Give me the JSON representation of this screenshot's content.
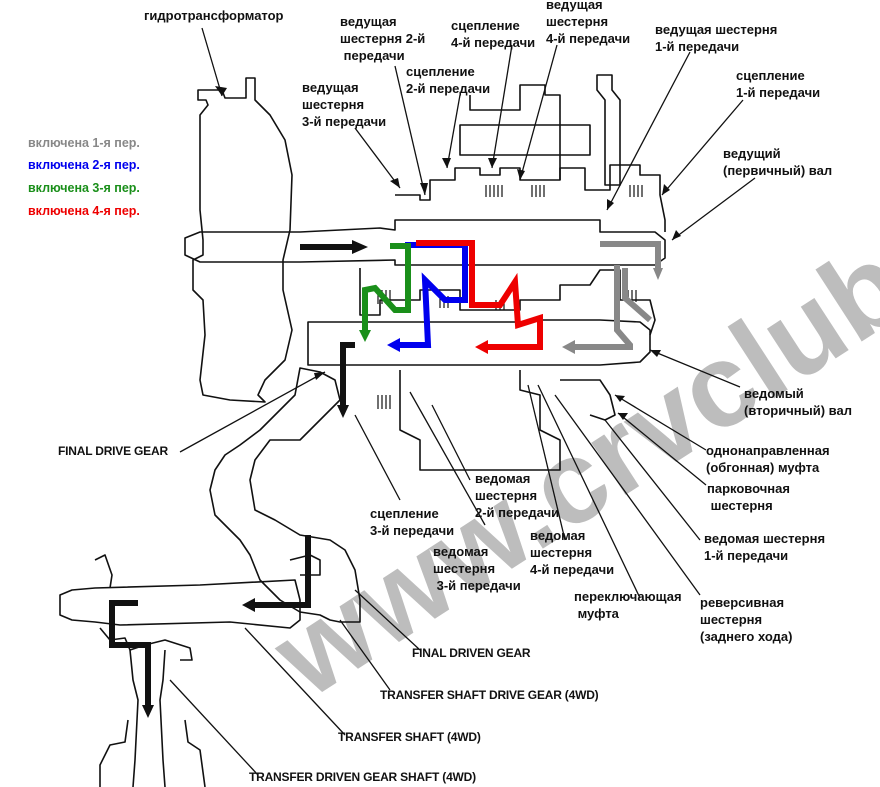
{
  "watermark": "www.crvclub.ru",
  "legend": [
    {
      "label": "включена 1-я пер.",
      "color": "#888888"
    },
    {
      "label": "включена 2-я пер.",
      "color": "#0000ee"
    },
    {
      "label": "включена 3-я пер.",
      "color": "#1a8f1a"
    },
    {
      "label": "включена 4-я пер.",
      "color": "#ee0000"
    }
  ],
  "labels": {
    "torque_converter": "гидротрансформатор",
    "drive_gear_2nd": "ведущая\nшестерня 2-й\n передачи",
    "clutch_4th": "сцепление\n4-й передачи",
    "drive_gear_4th": "ведущая\nшестерня\n4-й передачи",
    "drive_gear_1st": "ведущая шестерня\n1-й передачи",
    "clutch_2nd": "сцепление\n2-й передачи",
    "drive_gear_3rd": "ведущая\nшестерня\n3-й передачи",
    "clutch_1st": "сцепление\n1-й передачи",
    "mainshaft": "ведущий\n(первичный) вал",
    "countershaft": "ведомый\n(вторичный) вал",
    "one_way_clutch": "однонаправленная\n(обгонная) муфта",
    "park_gear": "парковочная\n шестерня",
    "driven_gear_1st": "ведомая шестерня\n1-й передачи",
    "reverse_gear": "реверсивная\nшестерня\n(заднего хода)",
    "shift_sleeve": "переключающая\n муфта",
    "driven_gear_4th": "ведомая\nшестерня\n4-й передачи",
    "driven_gear_2nd": "ведомая\nшестерня\n2-й передачи",
    "clutch_3rd": "сцепление\n3-й передачи",
    "driven_gear_3rd": "ведомая\nшестерня\n 3-й передачи",
    "final_drive_gear": "FINAL DRIVE GEAR",
    "final_driven_gear": "FINAL DRIVEN GEAR",
    "transfer_drive_gear": "TRANSFER SHAFT DRIVE GEAR (4WD)",
    "transfer_shaft": "TRANSFER SHAFT (4WD)",
    "transfer_driven_shaft": "TRANSFER DRIVEN GEAR SHAFT (4WD)"
  }
}
